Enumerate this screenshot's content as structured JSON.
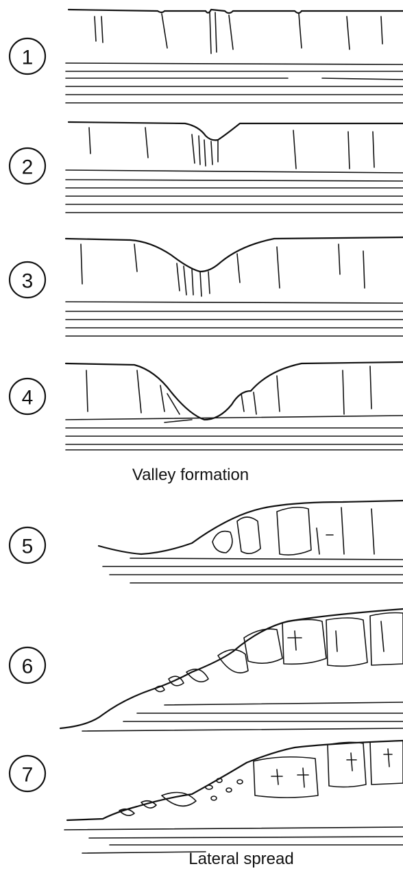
{
  "panels": [
    {
      "number": "1"
    },
    {
      "number": "2"
    },
    {
      "number": "3"
    },
    {
      "number": "4"
    },
    {
      "number": "5"
    },
    {
      "number": "6"
    },
    {
      "number": "7"
    }
  ],
  "captions": {
    "valley": "Valley formation",
    "lateral": "Lateral spread"
  }
}
